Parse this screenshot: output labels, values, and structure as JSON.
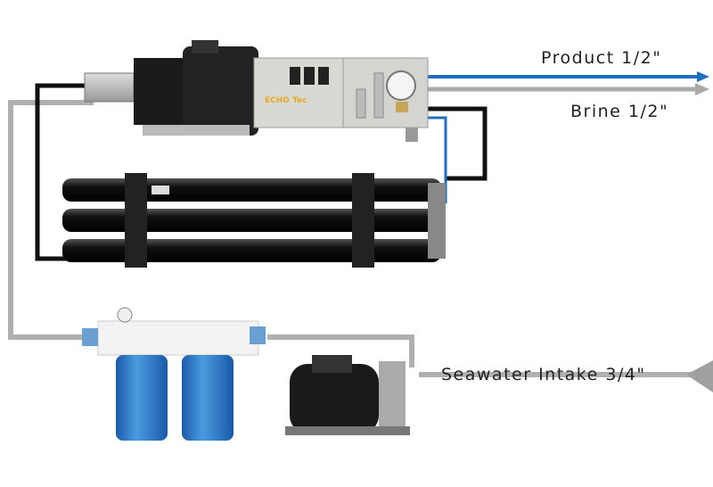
{
  "labels": {
    "product": "Product  1/2\"",
    "brine": "Brine  1/2\"",
    "seawater_intake": "Seawater Intake  3/4\""
  },
  "panel_text": "ECHO Tec",
  "colors": {
    "product_line": "#1e6fc0",
    "brine_line": "#a9a9a9",
    "feed_line": "#b0b0b0",
    "hp_hose": "#111111",
    "filter_blue": "#2a74c4"
  }
}
